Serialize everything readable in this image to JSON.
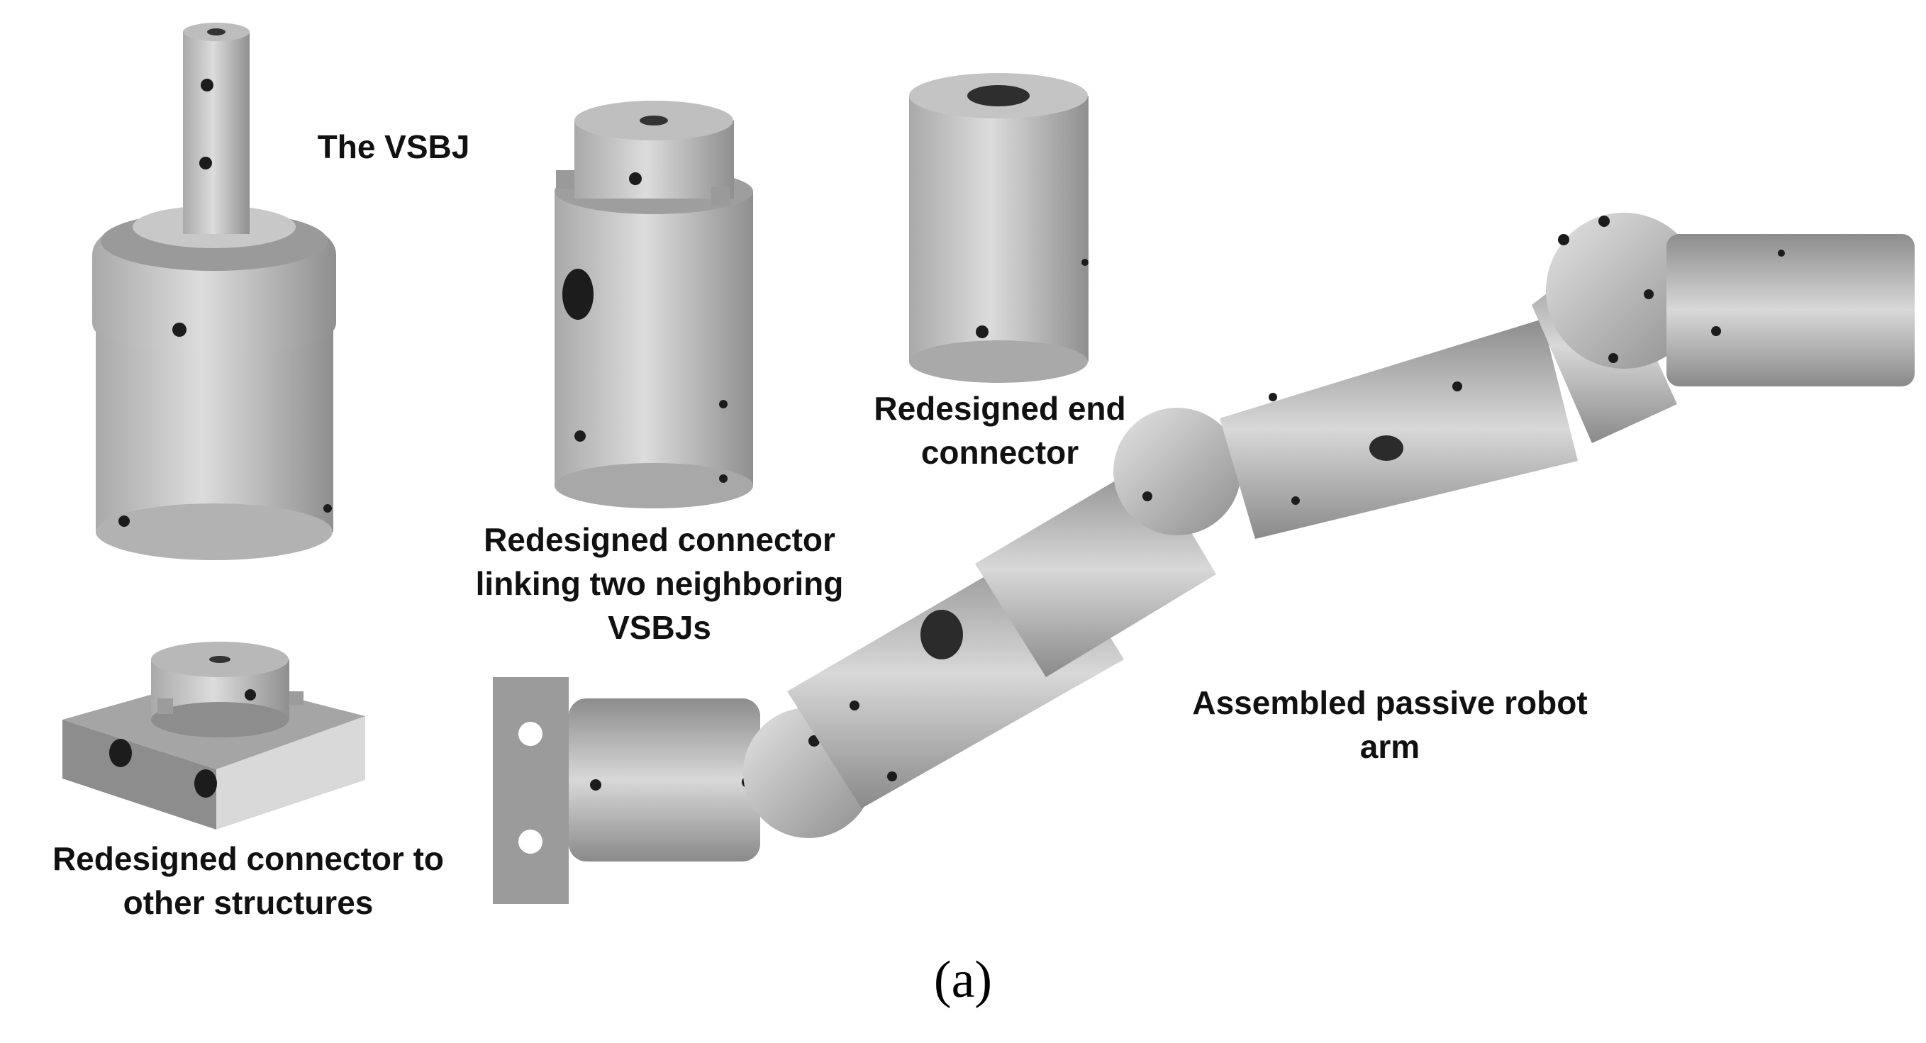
{
  "labels": {
    "vsbj": [
      "The VSBJ"
    ],
    "connector_linking": [
      "Redesigned connector",
      "linking two neighboring",
      "VSBJs"
    ],
    "end_connector": [
      "Redesigned end",
      "connector"
    ],
    "connector_other": [
      "Redesigned connector to",
      "other structures"
    ],
    "assembled_arm": [
      "Assembled passive robot",
      "arm"
    ]
  },
  "caption": "(a)"
}
